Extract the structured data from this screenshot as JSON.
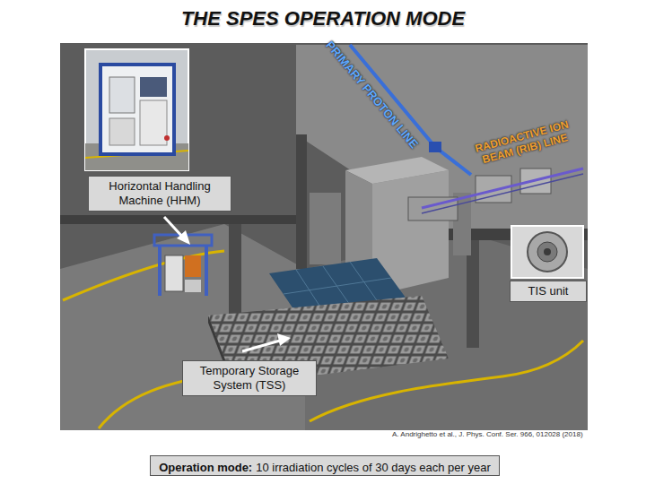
{
  "diagram": {
    "title": "THE SPES OPERATION MODE",
    "nodes": [
      {
        "text": [
          "Horizontal Handling Machine (HHM)"
        ]
      },
      {
        "text": [
          "TIS unit"
        ]
      },
      {
        "text": [
          "Temporary Storage System (TSS)"
        ]
      },
      {
        "text": [
          "Operation mode:",
          "10 irradiation cycles of 30 days each per year"
        ]
      }
    ],
    "labels": [
      "PRIMARY PROTON LINE",
      "RADIOACTIVE ION BEAM (RIB) LINE",
      "A. Andrighetto et al., J. Phys. Conf. Ser. 966, 012028 (2018)"
    ]
  }
}
